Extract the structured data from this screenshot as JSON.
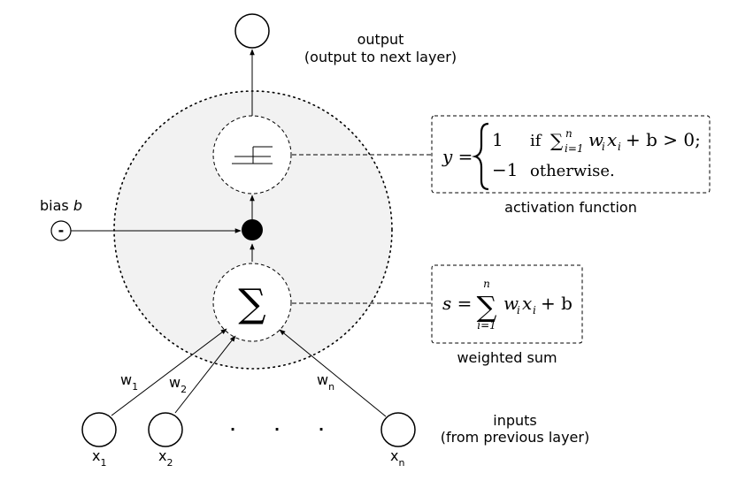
{
  "output": {
    "line1": "output",
    "line2": "(output to next layer)"
  },
  "bias": {
    "label": "bias",
    "var": "b",
    "sign": "-"
  },
  "activation": {
    "caption": "activation function",
    "formula": {
      "y_eq": "y =",
      "case1_value": "1",
      "case1_if": "if",
      "case1_sum": "∑",
      "case1_sup": "n",
      "case1_sub": "i=1",
      "case1_w": "w",
      "case1_wi": "i",
      "case1_x": "x",
      "case1_xi": "i",
      "case1_rest": "+ b > 0;",
      "case2_value": "−1",
      "case2_text": "otherwise."
    }
  },
  "weighted_sum": {
    "caption": "weighted sum",
    "symbol": "∑",
    "formula": {
      "s_eq": "s =",
      "sum": "∑",
      "sup": "n",
      "sub": "i=1",
      "w": "w",
      "wi": "i",
      "x": "x",
      "xi": "i",
      "rest": "+ b"
    }
  },
  "weights": [
    {
      "base": "w",
      "sub": "1"
    },
    {
      "base": "w",
      "sub": "2"
    },
    {
      "base": "w",
      "sub": "n"
    }
  ],
  "inputs": {
    "label1": "inputs",
    "label2": "(from previous layer)",
    "nodes": [
      {
        "base": "x",
        "sub": "1"
      },
      {
        "base": "x",
        "sub": "2"
      },
      {
        "base": "x",
        "sub": "n"
      }
    ],
    "ellipsis": [
      "·",
      "·",
      "·"
    ]
  }
}
